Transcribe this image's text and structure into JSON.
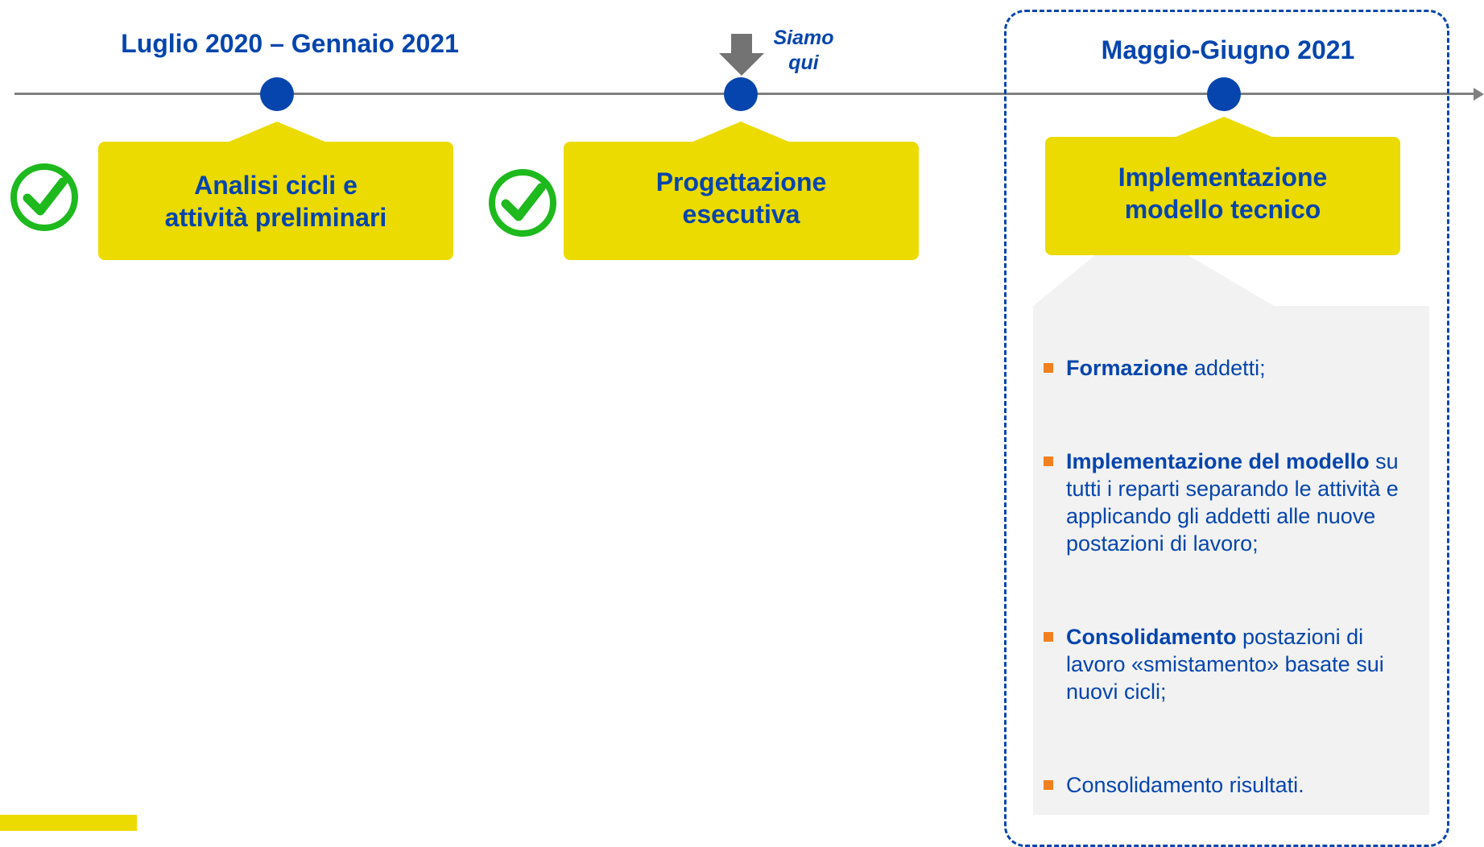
{
  "timeline": {
    "phases": [
      {
        "date": "Luglio 2020 – Gennaio 2021",
        "line1": "Analisi cicli e",
        "line2": "attività preliminari",
        "completed": true
      },
      {
        "date": "",
        "line1": "Progettazione",
        "line2": "esecutiva",
        "completed": true
      },
      {
        "date": "Maggio-Giugno 2021",
        "line1": "Implementazione",
        "line2": "modello tecnico",
        "completed": false
      }
    ],
    "current_marker": {
      "line1": "Siamo",
      "line2": "qui"
    }
  },
  "details": [
    {
      "bold": "Formazione",
      "rest": " addetti;"
    },
    {
      "bold": "Implementazione del modello",
      "rest": " su tutti i reparti separando le attività e applicando gli addetti alle nuove postazioni di lavoro;"
    },
    {
      "bold": "Consolidamento",
      "rest": " postazioni di lavoro «smistamento» basate sui nuovi cicli;"
    },
    {
      "bold": "",
      "rest": "Consolidamento risultati."
    }
  ],
  "colors": {
    "primary": "#0645AD",
    "highlight": "#EBDB00",
    "check": "#1DB91D",
    "line": "#808080",
    "bullet": "#F08020",
    "panel": "#F2F2F2"
  },
  "icons": {
    "check": "check-circle-icon",
    "marker": "down-arrow-icon"
  }
}
